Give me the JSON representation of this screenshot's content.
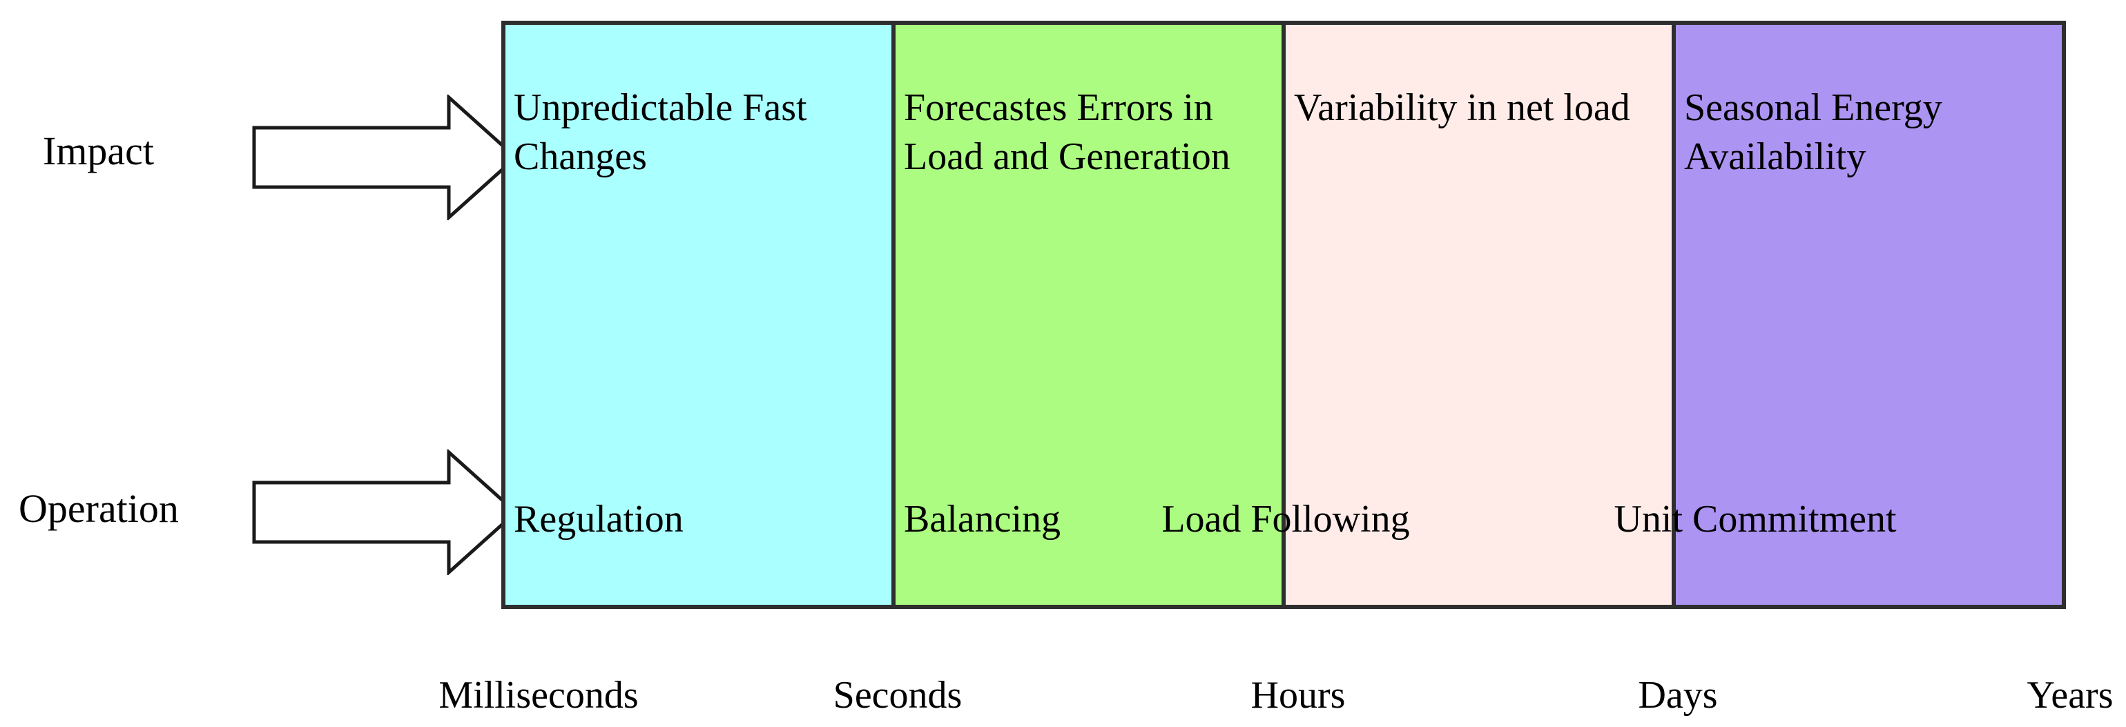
{
  "diagram": {
    "rows": {
      "impact": "Impact",
      "operation": "Operation"
    },
    "columns": [
      {
        "impact": "Unpredictable Fast Changes",
        "operation": "Regulation",
        "color": "#aaffff"
      },
      {
        "impact": "Forecastes Errors in Load and Generation",
        "operation": "Balancing",
        "color": "#abfc81"
      },
      {
        "impact": "Variability in net load",
        "color": "#ffece8"
      },
      {
        "impact": "Seasonal Energy Availability",
        "color": "#ac94f2"
      }
    ],
    "spanning_operations": [
      {
        "label": "Load Following"
      },
      {
        "label": "Unit Commitment"
      }
    ],
    "time_axis": [
      {
        "label": "Milliseconds"
      },
      {
        "label": "Seconds"
      },
      {
        "label": "Hours"
      },
      {
        "label": "Days"
      },
      {
        "label": "Years"
      }
    ],
    "colors": {
      "box_border": "#2e2e2e",
      "arrow_fill": "#ffffff",
      "arrow_outline": "#1a1a1a",
      "text": "#000000",
      "background": "#ffffff"
    }
  }
}
